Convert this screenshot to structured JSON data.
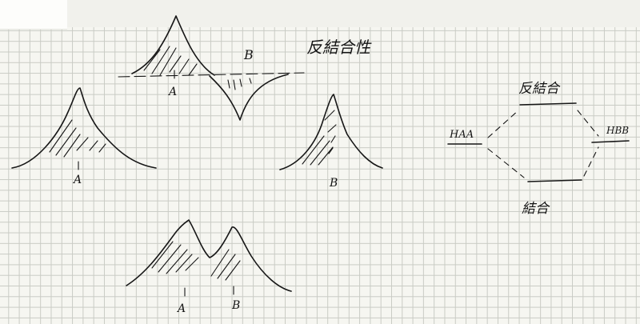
{
  "labels": {
    "top_left_A": "A",
    "top_right_B": "B",
    "left_A": "A",
    "right_B": "B",
    "bottom_A": "A",
    "bottom_B": "B",
    "title_antibonding": "反結合性",
    "haa": "HAA",
    "hbb": "HBB",
    "antibonding_level": "反結合",
    "bonding_level": "結合"
  }
}
